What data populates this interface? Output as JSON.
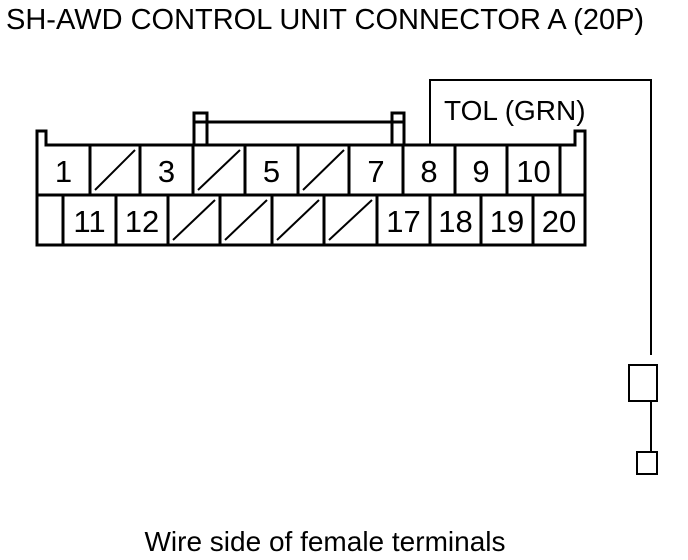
{
  "title": "SH-AWD CONTROL UNIT CONNECTOR A (20P)",
  "caption": "Wire side of female terminals",
  "wire": {
    "label": "TOL (GRN)",
    "terminal": "8"
  },
  "connector": {
    "top_row": [
      {
        "label": "1",
        "empty": false
      },
      {
        "label": "",
        "empty": true
      },
      {
        "label": "3",
        "empty": false
      },
      {
        "label": "",
        "empty": true
      },
      {
        "label": "5",
        "empty": false
      },
      {
        "label": "",
        "empty": true
      },
      {
        "label": "7",
        "empty": false
      },
      {
        "label": "8",
        "empty": false
      },
      {
        "label": "9",
        "empty": false
      },
      {
        "label": "10",
        "empty": false
      }
    ],
    "bottom_row": [
      {
        "label": "11",
        "empty": false
      },
      {
        "label": "12",
        "empty": false
      },
      {
        "label": "",
        "empty": true
      },
      {
        "label": "",
        "empty": true
      },
      {
        "label": "",
        "empty": true
      },
      {
        "label": "",
        "empty": true
      },
      {
        "label": "17",
        "empty": false
      },
      {
        "label": "18",
        "empty": false
      },
      {
        "label": "19",
        "empty": false
      },
      {
        "label": "20",
        "empty": false
      }
    ]
  }
}
